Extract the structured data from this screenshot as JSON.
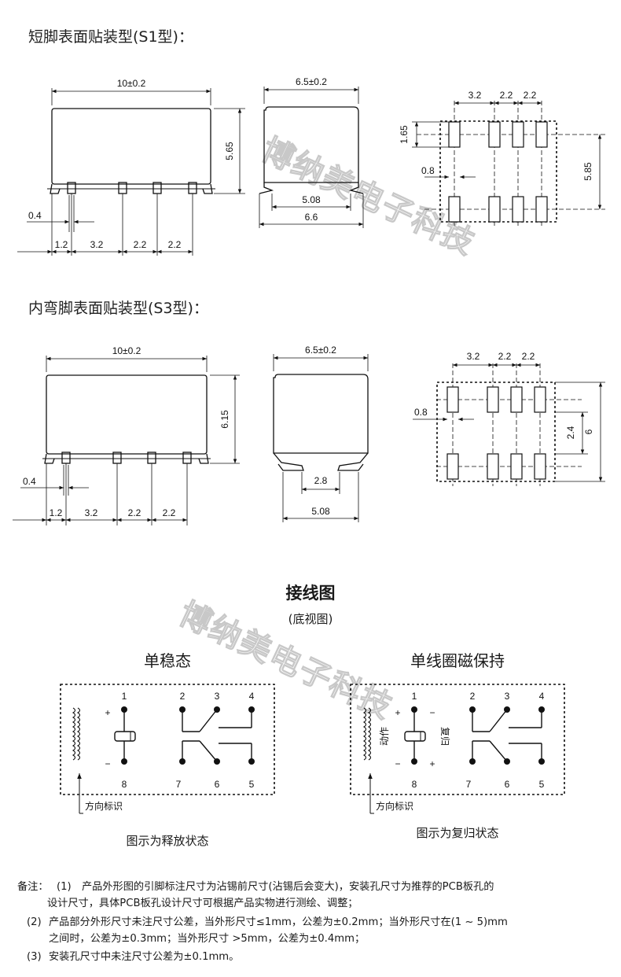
{
  "s1": {
    "heading": "短脚表面贴装型(S1型)：",
    "front": {
      "width": "10±0.2",
      "height": "5.65",
      "pin_width": "0.4",
      "pitch": [
        "1.2",
        "3.2",
        "2.2",
        "2.2"
      ]
    },
    "side": {
      "width": "6.5±0.2",
      "inner": "5.08",
      "outer": "6.6"
    },
    "pcb": {
      "pitch": [
        "3.2",
        "2.2",
        "2.2"
      ],
      "pad_len": "1.65",
      "pad_w": "0.8",
      "row_gap": "5.85"
    }
  },
  "s3": {
    "heading": "内弯脚表面贴装型(S3型)：",
    "front": {
      "width": "10±0.2",
      "height": "6.15",
      "pin_width": "0.4",
      "pitch": [
        "1.2",
        "3.2",
        "2.2",
        "2.2"
      ]
    },
    "side": {
      "width": "6.5±0.2",
      "inner": "2.8",
      "outer": "5.08"
    },
    "pcb": {
      "pitch": [
        "3.2",
        "2.2",
        "2.2"
      ],
      "pad_w": "0.8",
      "inner_gap": "2.4",
      "outer_gap": "6"
    }
  },
  "wiring": {
    "title": "接线图",
    "subtitle": "(底视图)",
    "single_stable": {
      "title": "单稳态",
      "pins_top": [
        "1",
        "2",
        "3",
        "4"
      ],
      "pins_bottom": [
        "8",
        "7",
        "6",
        "5"
      ],
      "plus": "+",
      "minus": "−",
      "marker": "方向标识",
      "caption": "图示为释放状态"
    },
    "latching": {
      "title": "单线圈磁保持",
      "pins_top": [
        "1",
        "2",
        "3",
        "4"
      ],
      "pins_bottom": [
        "8",
        "7",
        "6",
        "5"
      ],
      "plus": "+",
      "minus": "−",
      "act": "动作",
      "reset": "复归",
      "marker": "方向标识",
      "caption": "图示为复归状态"
    }
  },
  "watermark": "博纳美电子科技",
  "notes": {
    "label": "备注：",
    "items": [
      {
        "num": "(1)",
        "line1": "产品外形图的引脚标注尺寸为沾锡前尺寸(沾锡后会变大)，安装孔尺寸为推荐的PCB板孔的",
        "line2": "设计尺寸，具体PCB板孔设计尺寸可根据产品实物进行测绘、调整；"
      },
      {
        "num": "(2)",
        "line1": "产品部分外形尺寸未注尺寸公差，当外形尺寸≤1mm，公差为±0.2mm；当外形尺寸在(1 ~ 5)mm",
        "line2": "之间时，公差为±0.3mm；当外形尺寸 >5mm，公差为±0.4mm；"
      },
      {
        "num": "(3)",
        "line1": "安装孔尺寸中未注尺寸公差为±0.1mm。",
        "line2": ""
      }
    ]
  }
}
